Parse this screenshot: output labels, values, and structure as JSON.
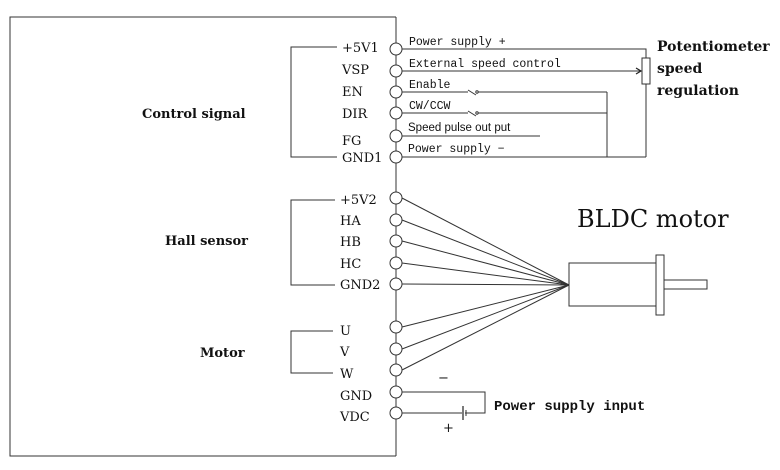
{
  "diagram": {
    "title": "BLDC motor wiring diagram",
    "groups": {
      "control_signal": "Control signal",
      "hall_sensor": "Hall sensor",
      "motor": "Motor"
    },
    "pins": {
      "control": [
        "+5V1",
        "VSP",
        "EN",
        "DIR",
        "FG",
        "GND1"
      ],
      "hall": [
        "+5V2",
        "HA",
        "HB",
        "HC",
        "GND2"
      ],
      "motor": [
        "U",
        "V",
        "W"
      ],
      "power": [
        "GND",
        "VDC"
      ]
    },
    "wire_labels": {
      "power_plus": "Power supply +",
      "external_speed": "External speed control",
      "enable": "Enable",
      "cw_ccw": "CW/CCW",
      "speed_pulse": "Speed pulse out put",
      "power_minus": "Power supply −"
    },
    "potentiometer": {
      "line1": "Potentiometer",
      "line2": "speed",
      "line3": "regulation"
    },
    "motor_label": "BLDC motor",
    "power_input": {
      "label": "Power supply input",
      "minus": "−",
      "plus": "+"
    }
  }
}
